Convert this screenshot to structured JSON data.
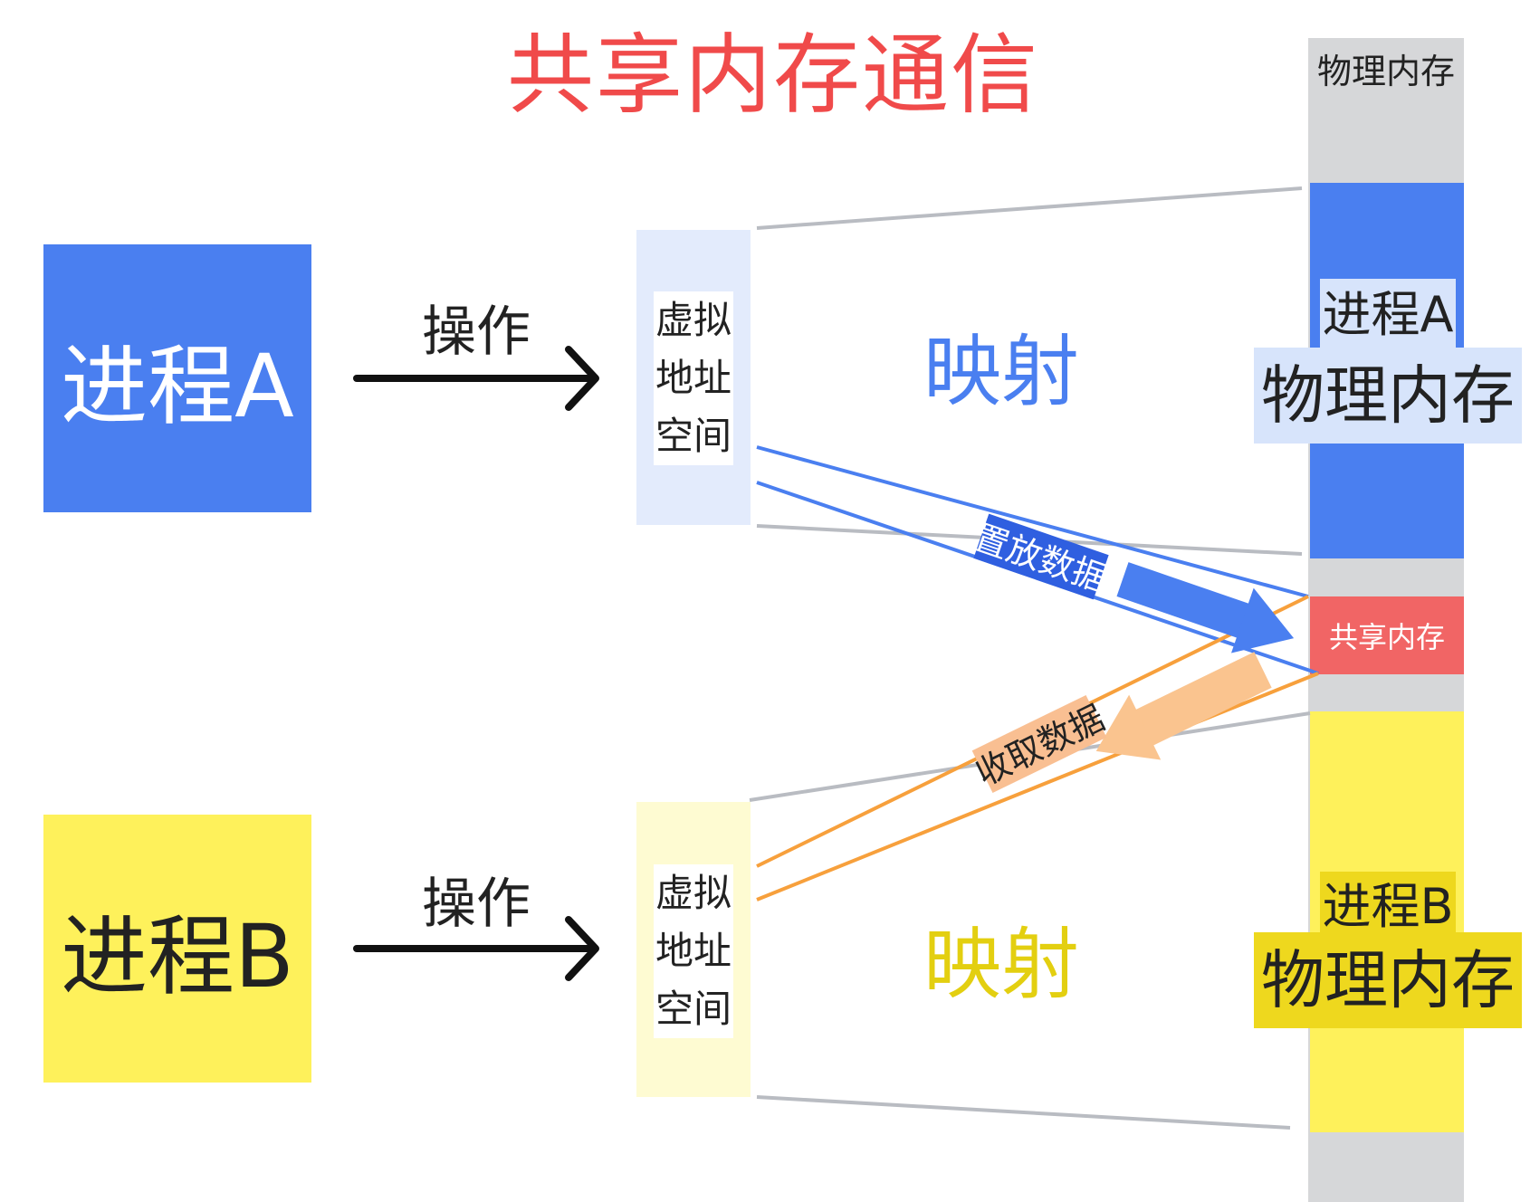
{
  "title": "共享内存通信",
  "colors": {
    "title": "#f04a4a",
    "process_a": "#4a7ff0",
    "process_b": "#fef15b",
    "vas_a": "#e3ebfc",
    "vas_b": "#fefbd2",
    "map_a": "#4a7ff0",
    "map_b": "#e3cf10",
    "shared": "#f16565",
    "memory": "#d6d7d9",
    "put_arrow": "#4a7ff0",
    "get_arrow": "#fac48f",
    "line_orange": "#f7a03c",
    "line_grey": "#b9bcc2"
  },
  "process_a": {
    "label": "进程A",
    "operate": "操作",
    "vas_lines": [
      "虚拟",
      "地址",
      "空间"
    ],
    "mapping": "映射"
  },
  "process_b": {
    "label": "进程B",
    "operate": "操作",
    "vas_lines": [
      "虚拟",
      "地址",
      "空间"
    ],
    "mapping": "映射"
  },
  "memory": {
    "header": "物理内存",
    "a_line1": "进程A",
    "a_line2": "物理内存",
    "shared": "共享内存",
    "b_line1": "进程B",
    "b_line2": "物理内存"
  },
  "put_data": "置放数据",
  "get_data": "收取数据"
}
